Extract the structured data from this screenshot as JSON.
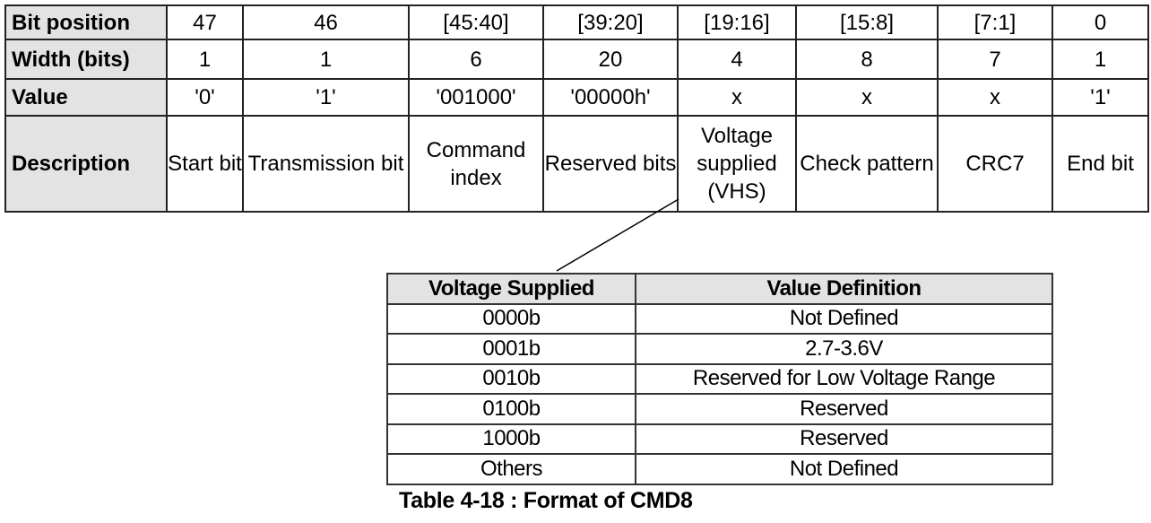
{
  "main_table": {
    "rows": [
      {
        "header": "Bit position",
        "cells": [
          "47",
          "46",
          "[45:40]",
          "[39:20]",
          "[19:16]",
          "[15:8]",
          "[7:1]",
          "0"
        ]
      },
      {
        "header": "Width (bits)",
        "cells": [
          "1",
          "1",
          "6",
          "20",
          "4",
          "8",
          "7",
          "1"
        ]
      },
      {
        "header": "Value",
        "cells": [
          "'0'",
          "'1'",
          "'001000'",
          "'00000h'",
          "x",
          "x",
          "x",
          "'1'"
        ]
      },
      {
        "header": "Description",
        "cells": [
          "Start bit",
          "Transmission bit",
          "Command index",
          "Reserved bits",
          "Voltage supplied (VHS)",
          "Check pattern",
          "CRC7",
          "End bit"
        ]
      }
    ]
  },
  "voltage_table": {
    "headers": [
      "Voltage Supplied",
      "Value Definition"
    ],
    "rows": [
      [
        "0000b",
        "Not Defined"
      ],
      [
        "0001b",
        "2.7-3.6V"
      ],
      [
        "0010b",
        "Reserved for Low Voltage Range"
      ],
      [
        "0100b",
        "Reserved"
      ],
      [
        "1000b",
        "Reserved"
      ],
      [
        "Others",
        "Not Defined"
      ]
    ]
  },
  "caption": "Table 4-18 : Format of CMD8"
}
